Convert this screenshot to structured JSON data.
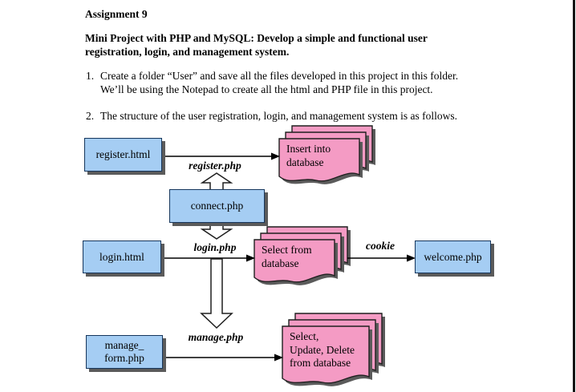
{
  "page": {
    "heading": "Assignment 9",
    "intro_lines": [
      "Mini Project with PHP and MySQL: Develop a simple and functional user",
      "registration, login, and management system."
    ],
    "list_items": [
      {
        "number": "1.",
        "lines": [
          "Create a folder “User” and save all the files developed in this project in this folder.",
          "We’ll be using the Notepad to create all the html and PHP file in this project."
        ]
      },
      {
        "number": "2.",
        "lines": [
          "The structure of the user registration, login, and management system is as follows."
        ]
      }
    ]
  },
  "diagram": {
    "nodes": {
      "register_html": {
        "label": "register.html"
      },
      "connect_php": {
        "label": "connect.php"
      },
      "login_html": {
        "label": "login.html"
      },
      "welcome_php": {
        "label": "welcome.php"
      },
      "manage_form_php": {
        "lines": [
          "manage_",
          "form.php"
        ]
      }
    },
    "databases": {
      "insert": {
        "lines": [
          "Insert into",
          "database"
        ]
      },
      "select": {
        "lines": [
          "Select from",
          "database"
        ]
      },
      "manage": {
        "lines": [
          "Select,",
          "Update, Delete",
          "from database"
        ]
      }
    },
    "arrow_labels": {
      "register": "register.php",
      "login": "login.php",
      "cookie": "cookie",
      "manage": "manage.php"
    },
    "colors": {
      "process_box_fill": "#a5cdf3",
      "document_fill": "#f49bc4",
      "shadow": "#5b5b5b",
      "stroke": "#1f1f1f",
      "box_border": "#16365c"
    }
  }
}
